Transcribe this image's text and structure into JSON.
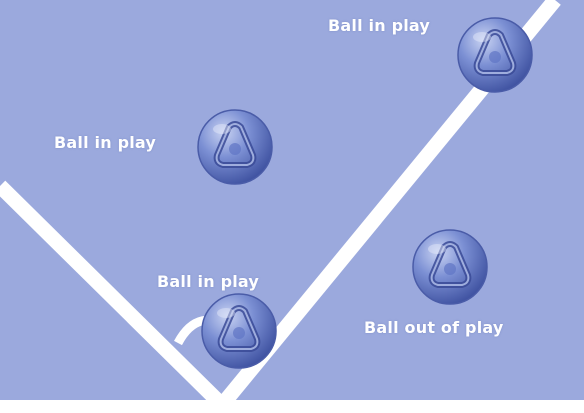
{
  "colors": {
    "field": "#9ba9dd",
    "line": "#ffffff",
    "ball_main": "#6f86cf",
    "ball_dark": "#3e51a0",
    "ball_light": "#c9d3f2"
  },
  "labels": {
    "ball_top_right": "Ball in play",
    "ball_mid_left": "Ball in play",
    "ball_corner": "Ball in play",
    "ball_outside": "Ball out of play"
  },
  "balls": [
    {
      "id": "ball-top-right",
      "status": "in play"
    },
    {
      "id": "ball-mid-left",
      "status": "in play"
    },
    {
      "id": "ball-corner",
      "status": "in play"
    },
    {
      "id": "ball-outside",
      "status": "out of play"
    }
  ]
}
